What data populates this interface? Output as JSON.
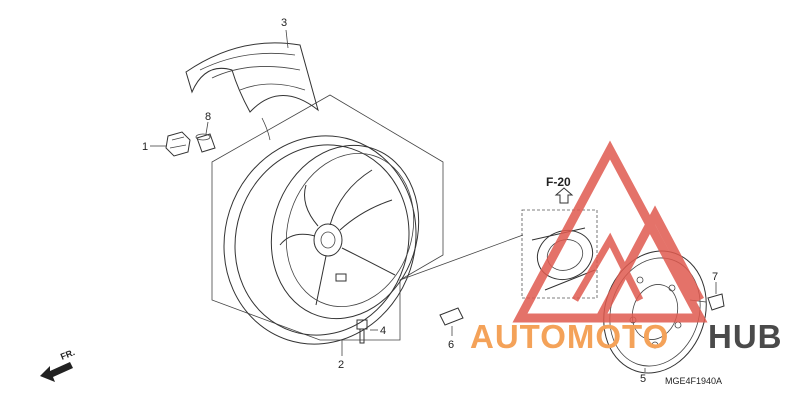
{
  "callouts": {
    "c1": "1",
    "c2": "2",
    "c3": "3",
    "c4": "4",
    "c5": "5",
    "c6": "6",
    "c7": "7",
    "c8": "8"
  },
  "reference": "F-20",
  "direction": "FR.",
  "diagram_code": "MGE4F1940A",
  "watermark": {
    "prefix": "AUTOMOTO",
    "suffix": "HUB",
    "prefix_color": "#f4a259",
    "suffix_color": "#4a4a4a",
    "logo_color": "#e05a4f"
  }
}
